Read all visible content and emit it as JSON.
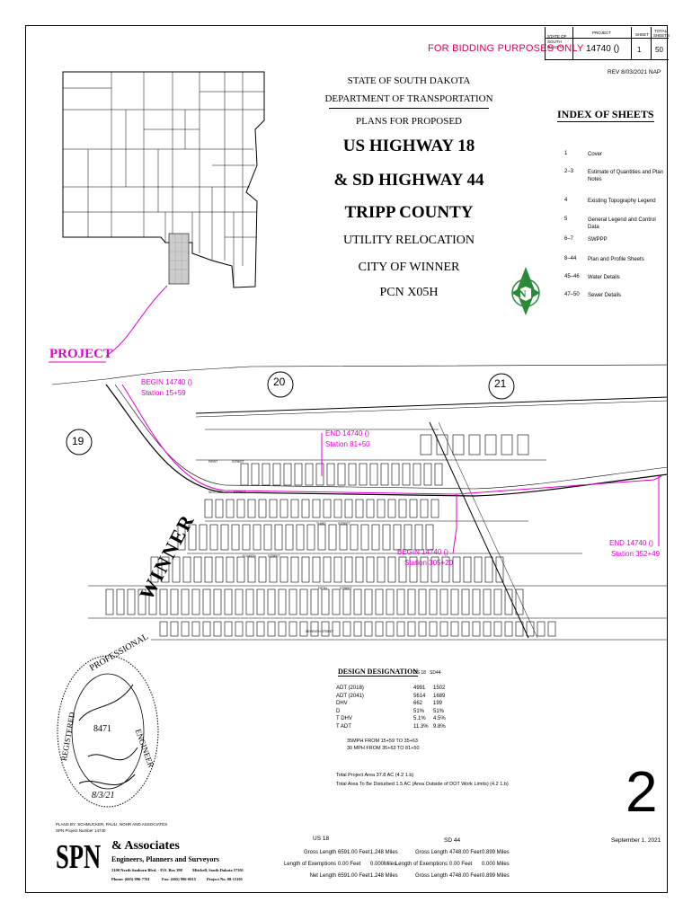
{
  "titleblock": {
    "state_label_1": "STATE OF",
    "state_label_2": "SOUTH",
    "state_label_3": "DAKOTA",
    "project_label": "PROJECT",
    "project_value": "14740 ()",
    "sheet_label": "SHEET",
    "sheet_value": "1",
    "total_label_1": "TOTAL",
    "total_label_2": "SHEETS",
    "total_value": "50"
  },
  "bidding_note": "FOR BIDDING PURPOSES ONLY",
  "revision": "REV 8/03/2021 NAP",
  "title": {
    "line1": "STATE OF SOUTH DAKOTA",
    "line2": "DEPARTMENT OF TRANSPORTATION",
    "line3": "PLANS FOR PROPOSED",
    "line4": "US HIGHWAY 18",
    "line5": "& SD HIGHWAY 44",
    "line6": "TRIPP COUNTY",
    "line7": "UTILITY RELOCATION",
    "line8": "CITY OF WINNER",
    "line9": "PCN X05H"
  },
  "index": {
    "title": "INDEX OF SHEETS",
    "rows": [
      {
        "num": "1",
        "desc": "Cover"
      },
      {
        "num": "2–3",
        "desc": "Estimate of Quantities and Plan Notes"
      },
      {
        "num": "4",
        "desc": "Existing Topography Legend"
      },
      {
        "num": "5",
        "desc": "General Legend and Control Data"
      },
      {
        "num": "6–7",
        "desc": "SWPPP"
      },
      {
        "num": "8–44",
        "desc": "Plan and Profile Sheets"
      },
      {
        "num": "45–46",
        "desc": "Water Details"
      },
      {
        "num": "47–50",
        "desc": "Sewer Details"
      }
    ]
  },
  "north_letter": "N",
  "map": {
    "project_label": "PROJECT",
    "begin1": "BEGIN 14740 ()",
    "begin1_station": "Station 15+59",
    "end1": "END 14740 ()",
    "end1_station": "Station 81+50",
    "begin2": "BEGIN 14740 ()",
    "begin2_station": "Station 305+20",
    "end2": "END 14740 ()",
    "end2_station": "Station 352+49",
    "city": "WINNER",
    "hwy_19": "19",
    "hwy_20": "20",
    "hwy_21": "21",
    "streets": [
      "FIRST",
      "STREET",
      "SECOND",
      "STREET",
      "THIRD",
      "STREET",
      "FOURTH",
      "STREET",
      "FIFTH",
      "STREET",
      "SEVENTH STREET"
    ]
  },
  "design": {
    "title": "DESIGN DESIGNATION",
    "col1": "US 18",
    "col2": "SD44",
    "rows": [
      {
        "label": "ADT (2018)",
        "a": "4991",
        "b": "1502"
      },
      {
        "label": "ADT (2041)",
        "a": "5614",
        "b": "1689"
      },
      {
        "label": "DHV",
        "a": "662",
        "b": "199"
      },
      {
        "label": "D",
        "a": "51%",
        "b": "51%"
      },
      {
        "label": "T DHV",
        "a": "5.1%",
        "b": "4.5%"
      },
      {
        "label": "T ADT",
        "a": "11.3%",
        "b": "9.8%"
      }
    ],
    "speed1": "35MPH FROM 15+59 TO 35+63",
    "speed2": "30 MPH FROM 35+63 TO 81+50",
    "area1": "Total Project Area 37.8 AC (4.2 1.b)",
    "area2": "Total Area To Be Disturbed 1.5 AC (Area Outside of DOT Work Limits) (4.2 1.b)"
  },
  "seal": {
    "text_top": "PROFESSIONAL",
    "text_right": "ENGINEER",
    "text_left": "REGISTERED",
    "num": "8471",
    "date": "8/3/21"
  },
  "big_number": "2",
  "date": "September 1, 2021",
  "plans_by": "PLANS BY: SCHMUCKER, PAULI, NOHR AND ASSOCIATES",
  "spn_project": "SPN Project Number 14740",
  "company": {
    "logo": "SPN",
    "name": "& Associates",
    "tagline": "Engineers, Planners and Surveyors",
    "address": "2100 North Sanborn Blvd. - P.O. Box 398",
    "city": "Mitchell, South Dakota 57301",
    "phone": "Phone: (605) 996-7761",
    "fax": "Fax: (605) 996-0015",
    "project": "Project No. 08-13101"
  },
  "lengths": {
    "us18_title": "US 18",
    "sd44_title": "SD 44",
    "us18": [
      {
        "label": "Gross Length",
        "ft": "6591.00 Feet",
        "mi": "1.248 Miles"
      },
      {
        "label": "Length of Exemptions",
        "ft": "0.00 Feet",
        "mi": "0.000Miles"
      },
      {
        "label": "Net Length",
        "ft": "6591.00 Feet",
        "mi": "1.248 Miles"
      }
    ],
    "sd44": [
      {
        "label": "Gross Length",
        "ft": "4748.00 Feet",
        "mi": "0.899 Miles"
      },
      {
        "label": "Length of Exemptions",
        "ft": "0.00 Feet",
        "mi": "0.000 Miles"
      },
      {
        "label": "Gross Length",
        "ft": "4748.00 Feet",
        "mi": "0.899 Miles"
      }
    ]
  }
}
